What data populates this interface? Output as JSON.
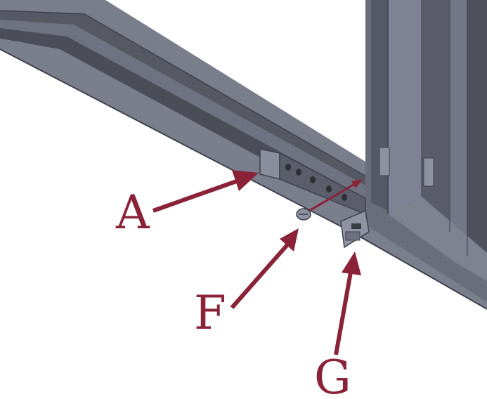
{
  "diagram": {
    "colors": {
      "callout": "#8a2238",
      "frame_dark": "#4a4d58",
      "frame_mid": "#6b6e7b",
      "frame_light": "#9a9dab",
      "background": "#ffffff"
    },
    "parts": [
      {
        "id": "frame",
        "icon": "window-frame-icon"
      },
      {
        "id": "bracket",
        "icon": "bracket-icon"
      },
      {
        "id": "screw",
        "icon": "screw-icon"
      },
      {
        "id": "clip",
        "icon": "clip-icon"
      }
    ],
    "callouts": [
      {
        "id": "a",
        "label": "A",
        "target": "bracket"
      },
      {
        "id": "f",
        "label": "F",
        "target": "screw"
      },
      {
        "id": "g",
        "label": "G",
        "target": "clip"
      }
    ]
  }
}
